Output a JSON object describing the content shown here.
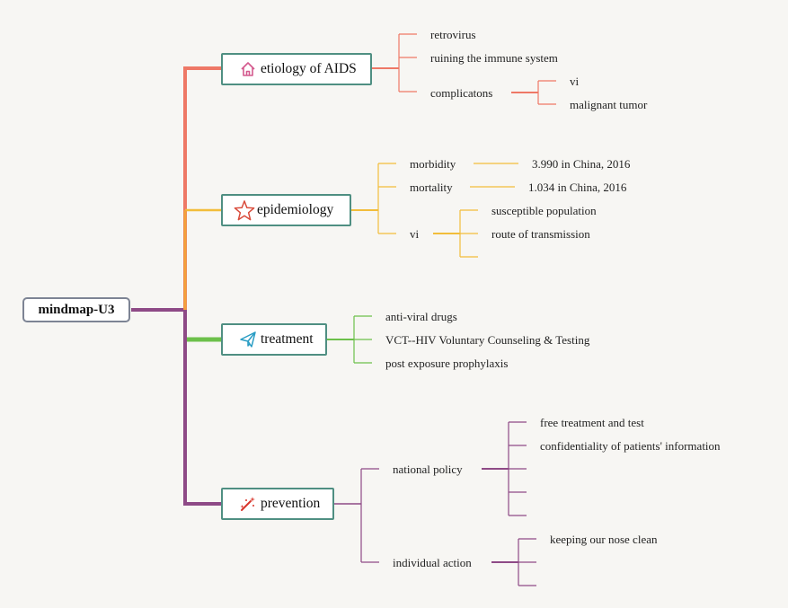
{
  "root": {
    "label": "mindmap-U3"
  },
  "topics": [
    {
      "label": "etiology of AIDS",
      "icon": "home-icon",
      "color": "#ee7866",
      "children": [
        "retrovirus",
        "ruining the immune system",
        "complicatons"
      ],
      "complicatons_children": [
        "vi",
        "malignant tumor"
      ]
    },
    {
      "label": "epidemiology",
      "icon": "star-icon",
      "color": "#f2bd3a",
      "children": [
        "morbidity",
        "mortality",
        "vi"
      ],
      "morbidity_value": "3.990 in China, 2016",
      "mortality_value": "1.034 in China, 2016",
      "vi_children": [
        "susceptible population",
        "route of transmission"
      ]
    },
    {
      "label": "treatment",
      "icon": "paper-plane-icon",
      "color": "#6cc04a",
      "children": [
        "anti-viral drugs",
        "VCT--HIV Voluntary Counseling & Testing",
        "post exposure prophylaxis"
      ]
    },
    {
      "label": "prevention",
      "icon": "magic-wand-icon",
      "color": "#8e4a86",
      "children": [
        "national policy",
        "individual action"
      ],
      "national_policy_children": [
        "free treatment and test",
        "confidentiality of patients' information"
      ],
      "individual_action_children": [
        "keeping our nose clean"
      ]
    }
  ]
}
